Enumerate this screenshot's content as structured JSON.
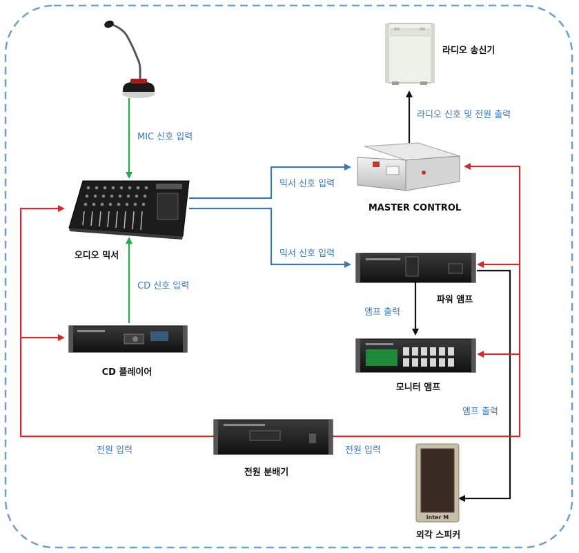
{
  "devices": {
    "radio": "라디오 송신기",
    "master": "MASTER CONTROL",
    "mixer": "오디오 믹서",
    "power_amp": "파워 앰프",
    "cd": "CD 플레이어",
    "monitor_amp": "모니터 앰프",
    "distributor": "전원 분배기",
    "speaker": "외각 스피커",
    "speaker_brand": "inter M"
  },
  "signals": {
    "mic_in": "MIC 신호 입력",
    "radio_out": "라디오 신호 및 전원 출력",
    "mixer_to_master": "믹서 신호 입력",
    "mixer_to_amp": "믹서 신호 입력",
    "cd_in": "CD 신호 입력",
    "amp_out_monitor": "앰프 출력",
    "amp_out_speaker": "앰프 출력",
    "power_in_left": "전원 입력",
    "power_in_right": "전원 입력"
  },
  "colors": {
    "border": "#6a9fd0",
    "green": "#27a84a",
    "blue": "#3a78b8",
    "red": "#d42a2a",
    "black": "#111111",
    "label_blue": "#3a78b8"
  }
}
